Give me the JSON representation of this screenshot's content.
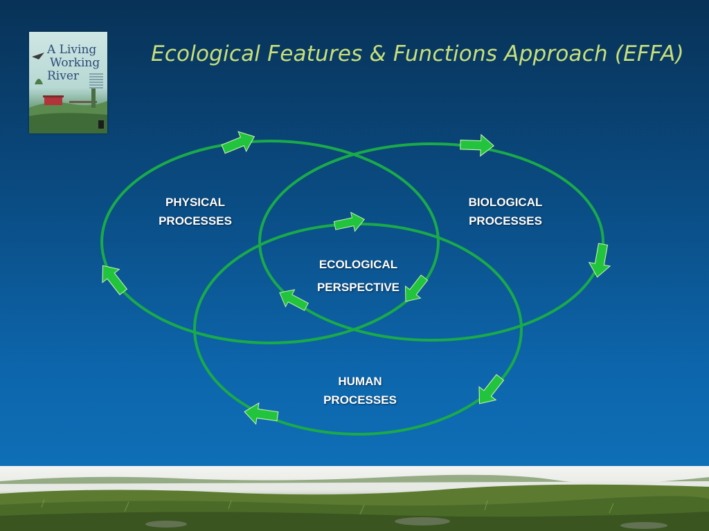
{
  "slide": {
    "title": "Ecological Features & Functions Approach (EFFA)"
  },
  "book_cover": {
    "title_lines": [
      "A Living",
      "Working",
      "River"
    ]
  },
  "diagram": {
    "ring_color": "#1aaa4a",
    "arrow_color": "#23c43d",
    "labels": {
      "physical": [
        "PHYSICAL",
        "PROCESSES"
      ],
      "biological": [
        "BIOLOGICAL",
        "PROCESSES"
      ],
      "human": [
        "HUMAN",
        "PROCESSES"
      ],
      "ecological": [
        "ECOLOGICAL",
        "PERSPECTIVE"
      ]
    }
  },
  "colors": {
    "title": "#c8e07a",
    "background_top": "#083257",
    "background_bottom": "#0f74bd"
  }
}
